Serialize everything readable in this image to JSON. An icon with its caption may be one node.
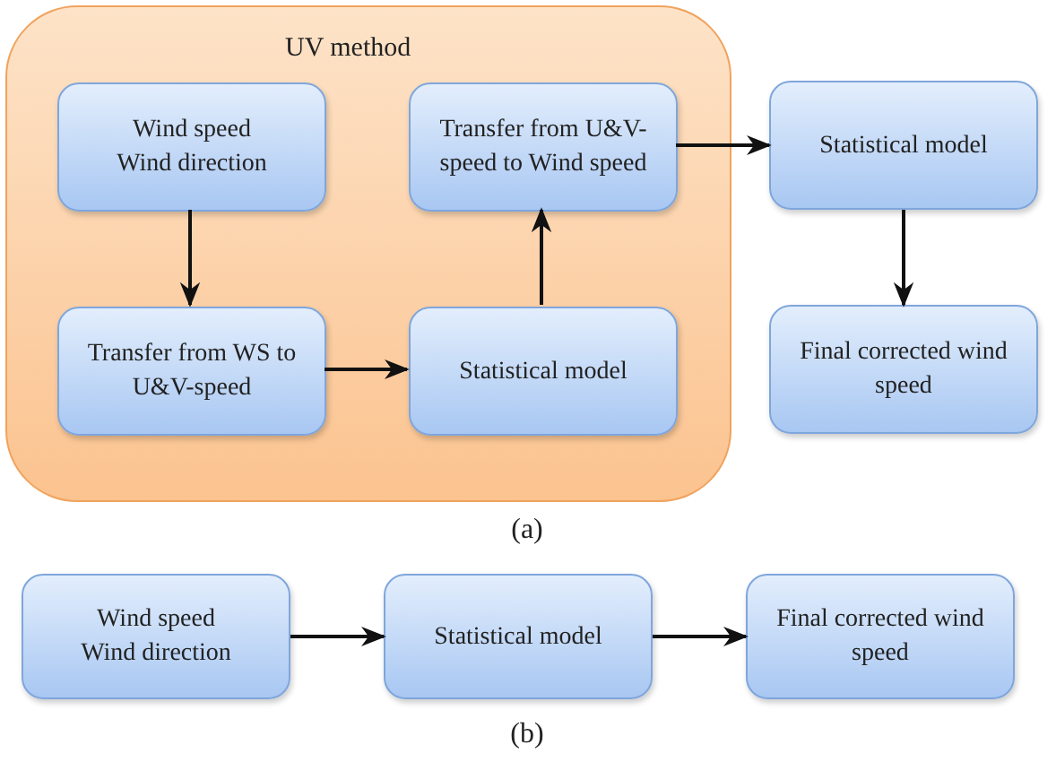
{
  "diagram": {
    "nodes": [
      {
        "text": [
          "UV method"
        ]
      },
      {
        "text": [
          "Wind speed",
          "Wind direction"
        ],
        "in": 0
      },
      {
        "text": [
          "Transfer from WS to U&V-speed"
        ],
        "in": 0
      },
      {
        "text": [
          "Statistical model"
        ],
        "in": 0
      },
      {
        "text": [
          "Transfer from U&V-speed to Wind speed"
        ],
        "in": 0
      },
      {
        "text": [
          "Statistical model"
        ]
      },
      {
        "text": [
          "Final corrected wind speed"
        ]
      },
      {
        "text": [
          "Wind speed",
          "Wind direction"
        ]
      },
      {
        "text": [
          "Statistical model"
        ]
      },
      {
        "text": [
          "Final corrected wind speed"
        ]
      }
    ],
    "edges": [
      {
        "from": 1,
        "to": 2,
        "arrow": "to"
      },
      {
        "from": 2,
        "to": 3,
        "arrow": "to"
      },
      {
        "from": 3,
        "to": 4,
        "arrow": "to"
      },
      {
        "from": 4,
        "to": 5,
        "arrow": "to"
      },
      {
        "from": 5,
        "to": 6,
        "arrow": "to"
      },
      {
        "from": 7,
        "to": 8,
        "arrow": "to"
      },
      {
        "from": 8,
        "to": 9,
        "arrow": "to"
      }
    ],
    "labels": [
      "(a)",
      "(b)"
    ]
  }
}
